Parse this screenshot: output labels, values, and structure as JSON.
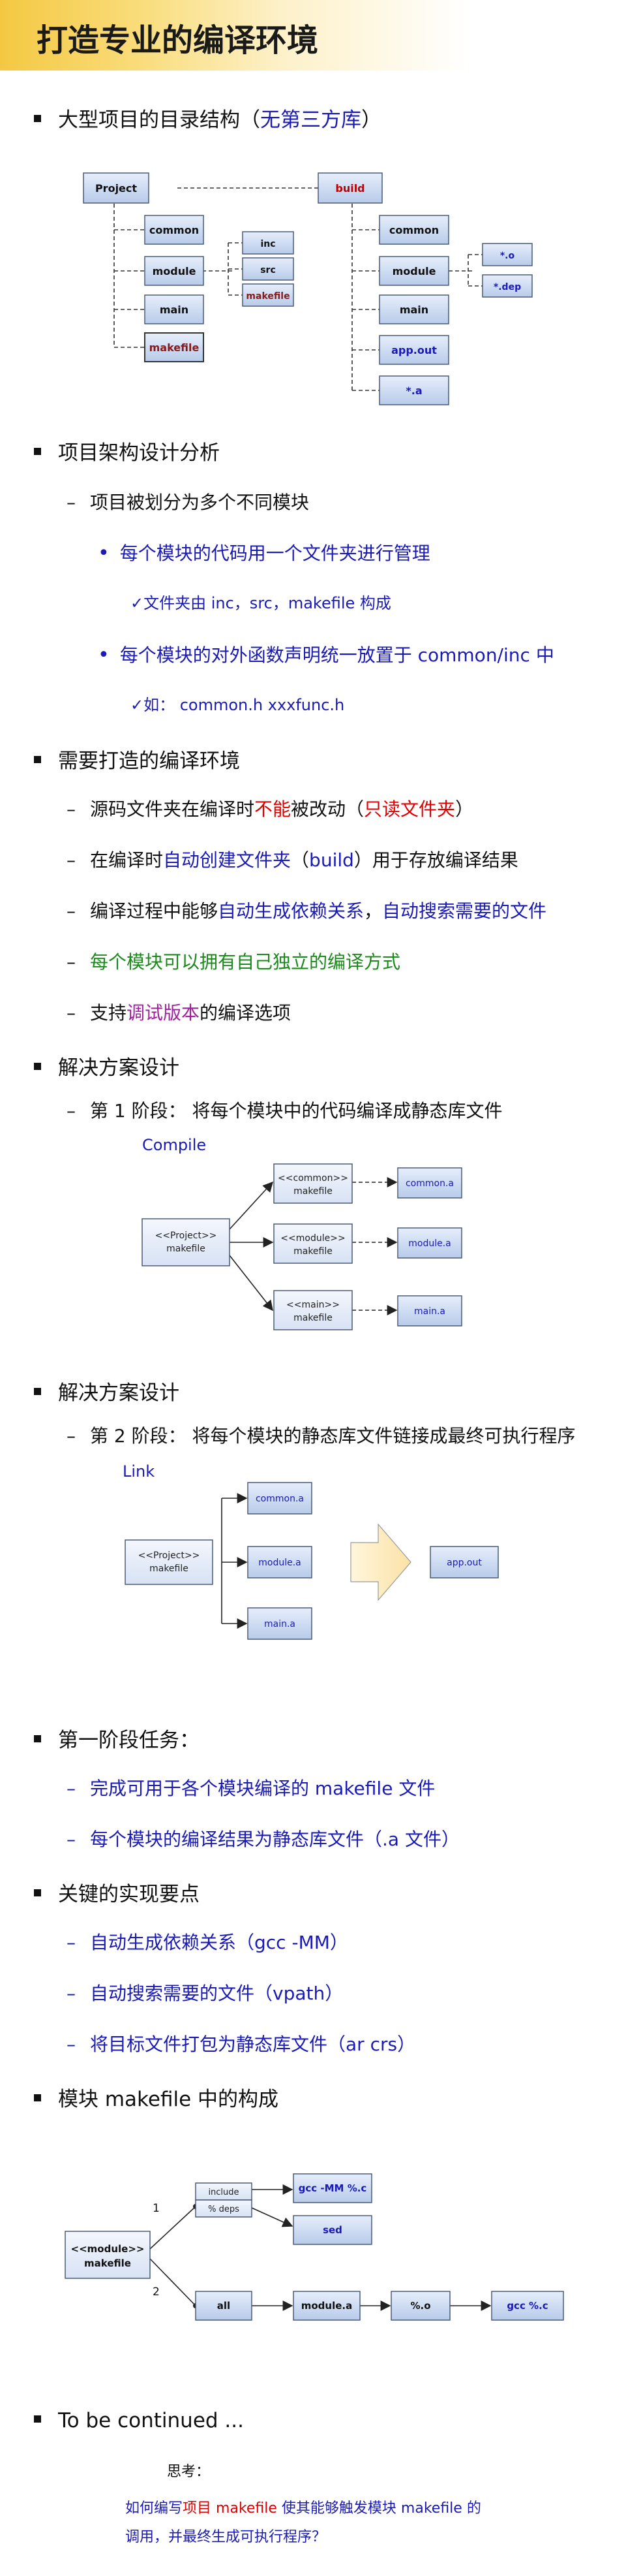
{
  "title": "打造专业的编译环境",
  "s1": {
    "prefix": "大型项目的目录结构（",
    "highlight": "无第三方库",
    "suffix": "）"
  },
  "diagram1": {
    "project": "Project",
    "build": "build",
    "common": "common",
    "module": "module",
    "main": "main",
    "makefile": "makefile",
    "inc": "inc",
    "src": "src",
    "sub_makefile": "makefile",
    "b_common": "common",
    "b_module": "module",
    "b_main": "main",
    "app_out": "app.out",
    "star_a": "*.a",
    "star_o": "*.o",
    "star_dep": "*.dep"
  },
  "s2": {
    "heading": "项目架构设计分析",
    "sub": "项目被划分为多个不同模块",
    "b1": "每个模块的代码用一个文件夹进行管理",
    "b1_check": "文件夹由 inc，src，makefile 构成",
    "b2": "每个模块的对外函数声明统一放置于 common/inc 中",
    "b2_check": "如： common.h    xxxfunc.h",
    "check": "✓"
  },
  "s3": {
    "heading": "需要打造的编译环境",
    "i1": {
      "a": "源码文件夹在编译时",
      "b": "不能",
      "c": "被改动（",
      "d": "只读文件夹",
      "e": "）"
    },
    "i2": {
      "a": "在编译时",
      "b": "自动创建文件夹",
      "c": "（",
      "d": "build",
      "e": "）用于存放编译结果"
    },
    "i3": {
      "a": "编译过程中能够",
      "b": "自动生成依赖关系",
      "c": "，",
      "d": "自动搜索需要的文件"
    },
    "i4": "每个模块可以拥有自己独立的编译方式",
    "i5": {
      "a": "支持",
      "b": "调试版本",
      "c": "的编译选项"
    }
  },
  "s4": {
    "heading": "解决方案设计",
    "stage": "第 1 阶段： 将每个模块中的代码编译成静态库文件",
    "label": "Compile",
    "proj1": "<<Project>>",
    "proj2": "makefile",
    "c1": "<<common>>",
    "m1": "<<module>>",
    "n1": "<<main>>",
    "mk": "makefile",
    "ca": "common.a",
    "ma": "module.a",
    "na": "main.a"
  },
  "s5": {
    "heading": "解决方案设计",
    "stage": "第 2 阶段： 将每个模块的静态库文件链接成最终可执行程序",
    "label": "Link",
    "proj1": "<<Project>>",
    "proj2": "makefile",
    "ca": "common.a",
    "ma": "module.a",
    "na": "main.a",
    "out": "app.out"
  },
  "s6": {
    "heading": "第一阶段任务：",
    "i1": "完成可用于各个模块编译的 makefile 文件",
    "i2": "每个模块的编译结果为静态库文件（.a 文件）"
  },
  "s7": {
    "heading": "关键的实现要点",
    "i1": "自动生成依赖关系（gcc -MM）",
    "i2": "自动搜索需要的文件（vpath）",
    "i3": "将目标文件打包为静态库文件（ar crs）"
  },
  "s8": {
    "heading": "模块 makefile 中的构成",
    "mod1": "<<module>>",
    "mod2": "makefile",
    "n1": "1",
    "n2": "2",
    "include": "include",
    "deps": "% deps",
    "gccmm": "gcc -MM %.c",
    "sed": "sed",
    "all": "all",
    "modulea": "module.a",
    "pcto": "%.o",
    "gccc": "gcc %.c"
  },
  "s9": {
    "heading": "To be continued ...",
    "think": "思考：",
    "q1a": "如何编写",
    "q1b": "项目 makefile",
    "q1c": " 使其能够触发",
    "q1d": "模块 makefile",
    "q1e": " 的",
    "q2": "调用，并最终生成可执行程序？"
  }
}
